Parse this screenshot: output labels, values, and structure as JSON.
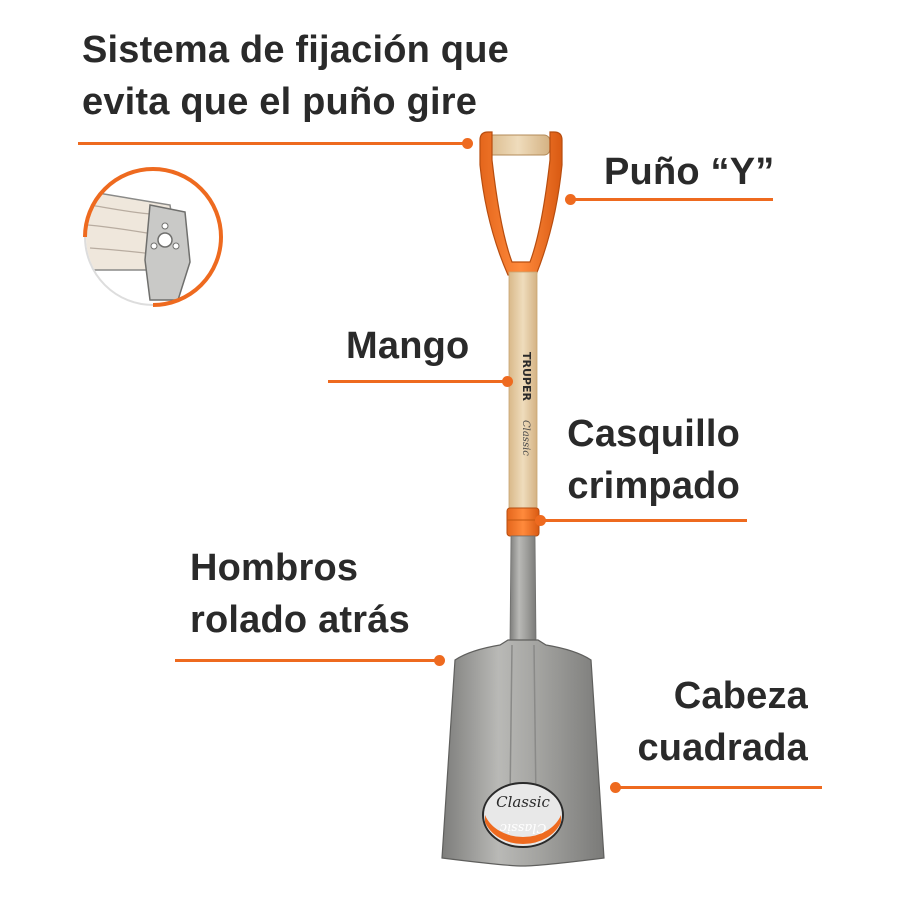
{
  "callouts": {
    "sistema": {
      "line1": "Sistema de fijación que",
      "line2": "evita que el puño gire"
    },
    "puno": {
      "line1": "Puño “Y”"
    },
    "mango": {
      "line1": "Mango"
    },
    "casquillo": {
      "line1": "Casquillo",
      "line2": "crimpado"
    },
    "hombros": {
      "line1": "Hombros",
      "line2": "rolado atrás"
    },
    "cabeza": {
      "line1": "Cabeza",
      "line2": "cuadrada"
    }
  },
  "shovel_marks": {
    "brand": "TRUPER",
    "series": "Classic",
    "sticker_text": "Classic"
  },
  "colors": {
    "accent": "#ee6a1f",
    "text": "#2a2a2a",
    "wood": "#e3c9a0",
    "steel": "#9a9a98"
  }
}
